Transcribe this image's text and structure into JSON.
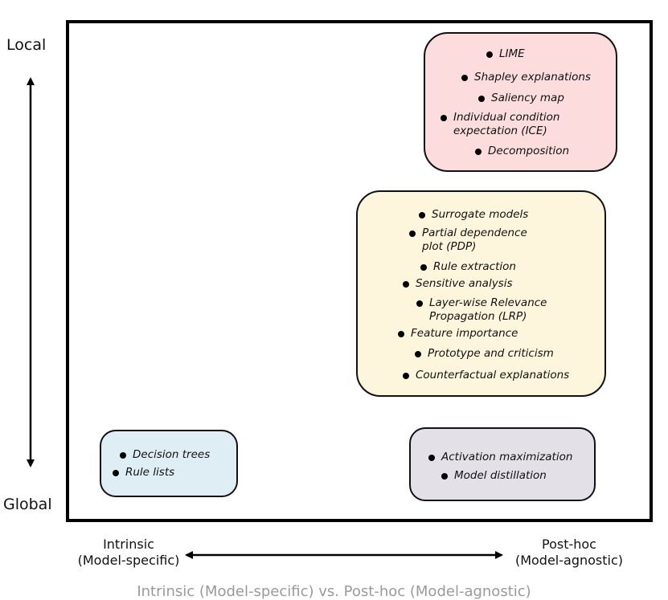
{
  "axes": {
    "top": "Local",
    "bottom": "Global",
    "left_line1": "Intrinsic",
    "left_line2": "(Model-specific)",
    "right_line1": "Post-hoc",
    "right_line2": "(Model-agnostic)"
  },
  "caption": "Intrinsic (Model-specific) vs. Post-hoc (Model-agnostic)",
  "colors": {
    "local_posthoc": "#fcdcdc",
    "mid_posthoc": "#fdf5dc",
    "global_intrinsic": "#dfeef5",
    "global_posthoc": "#e4e0e8"
  },
  "groups": {
    "local_posthoc": [
      "LIME",
      "Shapley explanations",
      "Saliency map",
      "Individual condition\nexpectation (ICE)",
      "Decomposition"
    ],
    "mid_posthoc": [
      "Surrogate models",
      "Partial dependence\nplot (PDP)",
      "Rule extraction",
      "Sensitive analysis",
      "Layer-wise Relevance\nPropagation (LRP)",
      "Feature importance",
      "Prototype and criticism",
      "Counterfactual explanations"
    ],
    "global_intrinsic": [
      "Decision trees",
      "Rule lists"
    ],
    "global_posthoc": [
      "Activation maximization",
      "Model distillation"
    ]
  }
}
